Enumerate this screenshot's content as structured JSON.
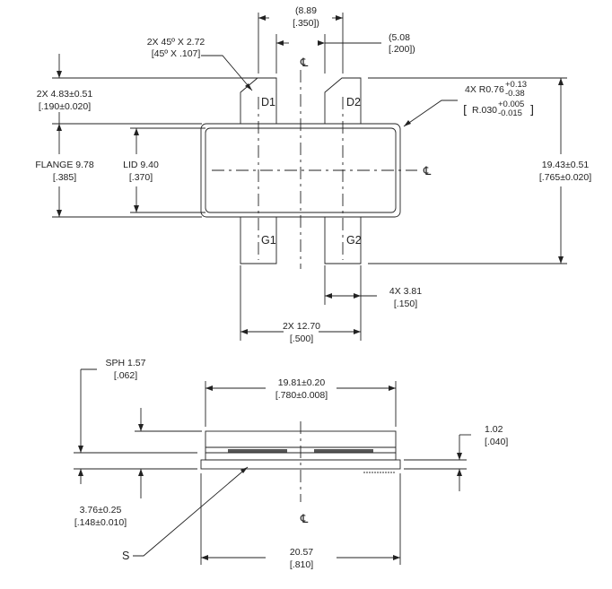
{
  "top_view": {
    "lead_width_top": [
      "(8.89",
      "[.350])"
    ],
    "lead_spacing_top": [
      "(5.08",
      "[.200])"
    ],
    "chamfer": [
      "2X 45º X 2.72",
      "[45º X .107]"
    ],
    "lead_length": [
      "2X 4.83±0.51",
      "[.190±0.020]"
    ],
    "flange": [
      "FLANGE 9.78",
      "[.385]"
    ],
    "lid": [
      "LID 9.40",
      "[.370]"
    ],
    "radius_main": "4X R0.76",
    "radius_tol_mm": [
      "+0.13",
      "-0.38"
    ],
    "radius_in": "R.030",
    "radius_tol_in": [
      "+0.005",
      "-0.015"
    ],
    "overall_height": [
      "19.43±0.51",
      "[.765±0.020]"
    ],
    "lead_width_bottom": [
      "4X 3.81",
      "[.150]"
    ],
    "lead_pitch": [
      "2X 12.70",
      "[.500]"
    ],
    "pins": {
      "d1": "D1",
      "d2": "D2",
      "g1": "G1",
      "g2": "G2"
    },
    "centerline_symbol": "℄"
  },
  "side_view": {
    "sph": [
      "SPH 1.57",
      "[.062]"
    ],
    "width": [
      "19.81±0.20",
      "[.780±0.008]"
    ],
    "flange_thickness": [
      "1.02",
      "[.040]"
    ],
    "height": [
      "3.76±0.25",
      "[.148±0.010]"
    ],
    "base_width": [
      "20.57",
      "[.810]"
    ],
    "seating_label": "S",
    "centerline_symbol": "℄"
  }
}
